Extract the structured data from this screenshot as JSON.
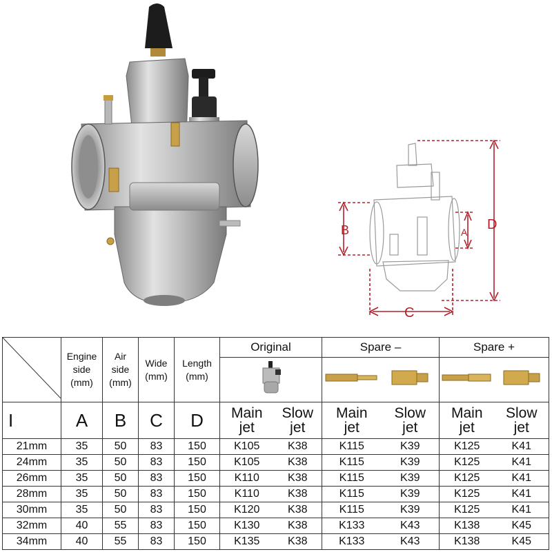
{
  "diagram": {
    "label_a": "A",
    "label_b": "B",
    "label_c": "C",
    "label_d": "D"
  },
  "table": {
    "col_headers": [
      "Engine side (mm)",
      "Air side (mm)",
      "Wide (mm)",
      "Length (mm)"
    ],
    "col_headers_lines": [
      [
        "Engine",
        "side",
        "(mm)"
      ],
      [
        "Air",
        "side",
        "(mm)"
      ],
      [
        "Wide",
        "(mm)"
      ],
      [
        "Length",
        "(mm)"
      ]
    ],
    "groups": [
      "Original",
      "Spare –",
      "Spare +"
    ],
    "letters": [
      "I",
      "A",
      "B",
      "C",
      "D"
    ],
    "jet_labels": {
      "main": [
        "Main",
        "jet"
      ],
      "slow": [
        "Slow",
        "jet"
      ]
    },
    "rows": [
      [
        "21mm",
        "35",
        "50",
        "83",
        "150",
        "K105",
        "K38",
        "K115",
        "K39",
        "K125",
        "K41"
      ],
      [
        "24mm",
        "35",
        "50",
        "83",
        "150",
        "K105",
        "K38",
        "K115",
        "K39",
        "K125",
        "K41"
      ],
      [
        "26mm",
        "35",
        "50",
        "83",
        "150",
        "K110",
        "K38",
        "K115",
        "K39",
        "K125",
        "K41"
      ],
      [
        "28mm",
        "35",
        "50",
        "83",
        "150",
        "K110",
        "K38",
        "K115",
        "K39",
        "K125",
        "K41"
      ],
      [
        "30mm",
        "35",
        "50",
        "83",
        "150",
        "K120",
        "K38",
        "K115",
        "K39",
        "K125",
        "K41"
      ],
      [
        "32mm",
        "40",
        "55",
        "83",
        "150",
        "K130",
        "K38",
        "K133",
        "K43",
        "K138",
        "K45"
      ],
      [
        "34mm",
        "40",
        "55",
        "83",
        "150",
        "K135",
        "K38",
        "K133",
        "K43",
        "K138",
        "K45"
      ]
    ]
  }
}
